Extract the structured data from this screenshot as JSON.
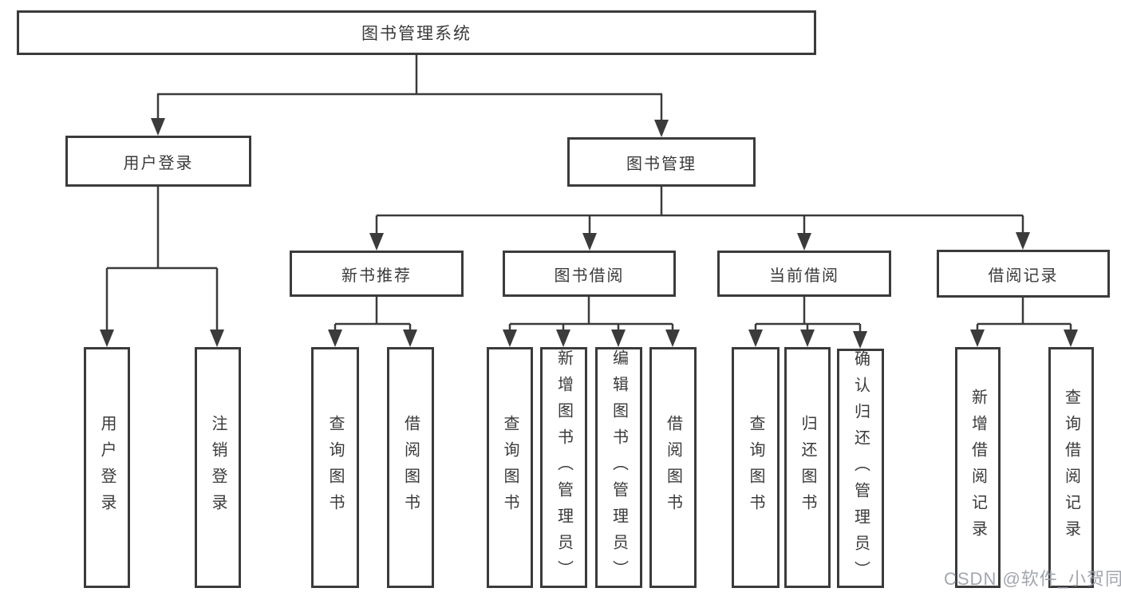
{
  "diagram": {
    "title": "图书管理系统",
    "watermark": "CSDN @软件_小贺同学",
    "colors": {
      "line": "#3b3b3b",
      "text": "#3a3a3a",
      "background": "#ffffff",
      "watermark": "#9aa0a8"
    },
    "branches": [
      {
        "label": "用户登录",
        "children": [
          {
            "label": "用户登录"
          },
          {
            "label": "注销登录"
          }
        ]
      },
      {
        "label": "图书管理",
        "children": [
          {
            "label": "新书推荐",
            "children": [
              {
                "label": "查询图书"
              },
              {
                "label": "借阅图书"
              }
            ]
          },
          {
            "label": "图书借阅",
            "children": [
              {
                "label": "查询图书"
              },
              {
                "label": "新增图书（管理员）"
              },
              {
                "label": "编辑图书（管理员）"
              },
              {
                "label": "借阅图书"
              }
            ]
          },
          {
            "label": "当前借阅",
            "children": [
              {
                "label": "查询图书"
              },
              {
                "label": "归还图书"
              },
              {
                "label": "确认归还（管理员）"
              }
            ]
          },
          {
            "label": "借阅记录",
            "children": [
              {
                "label": "新增借阅记录"
              },
              {
                "label": "查询借阅记录"
              }
            ]
          }
        ]
      }
    ]
  }
}
